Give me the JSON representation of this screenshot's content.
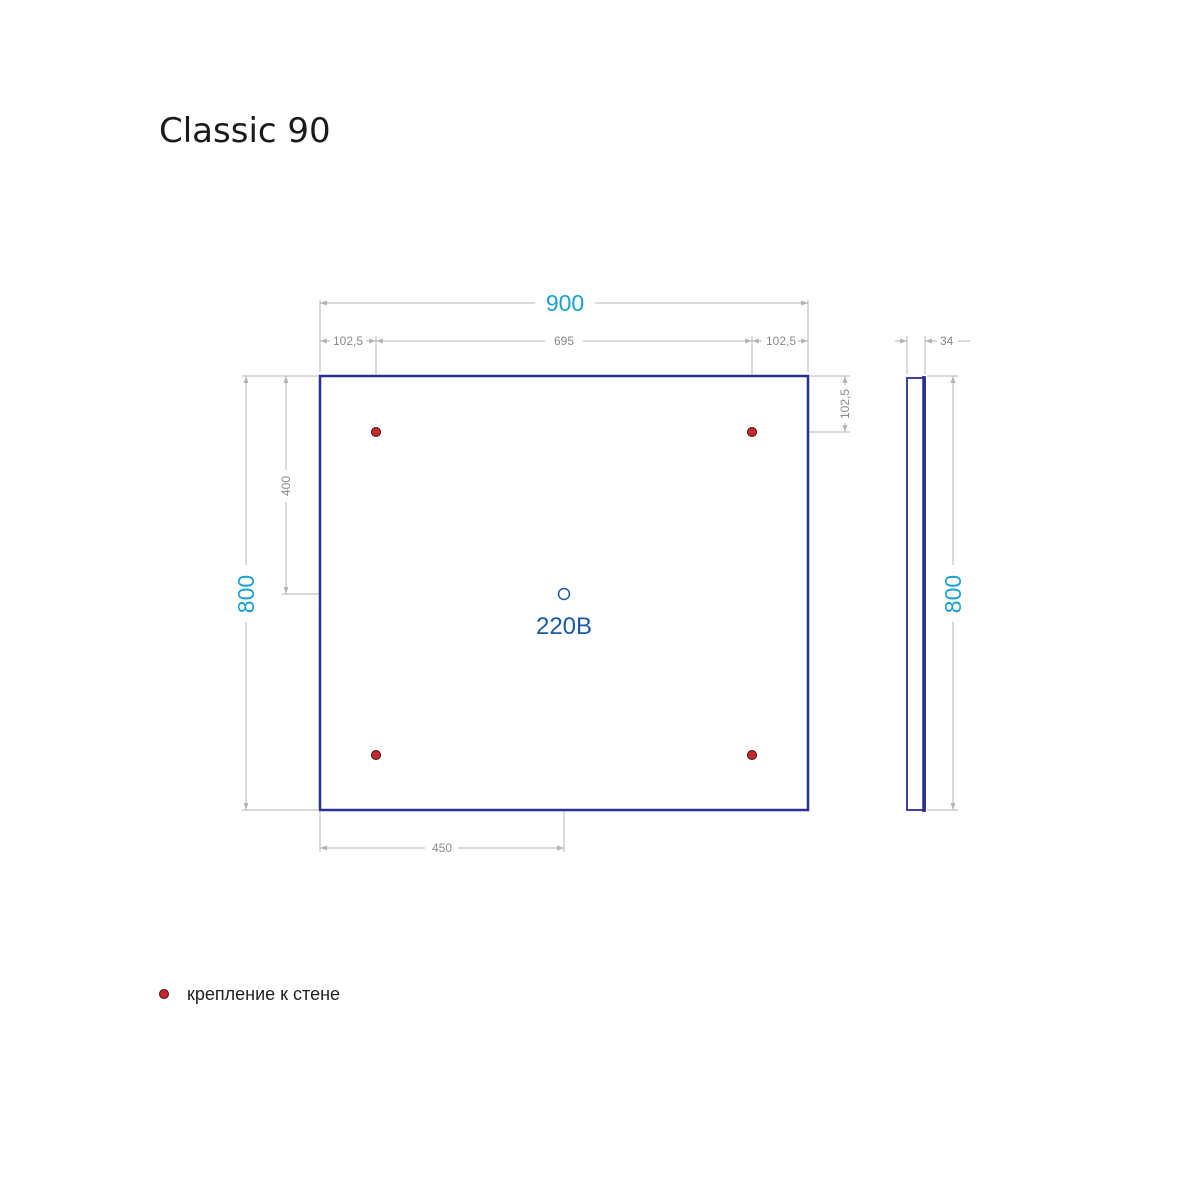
{
  "title": "Classic 90",
  "dimensions": {
    "overall_width": "900",
    "overall_height": "800",
    "side_height": "800",
    "depth": "34",
    "left_margin": "102,5",
    "hole_spacing": "695",
    "right_margin": "102,5",
    "top_margin": "102,5",
    "socket_from_top": "400",
    "socket_from_left": "450"
  },
  "socket": {
    "label": "220В"
  },
  "legend": {
    "mount_label": "крепление к стене"
  },
  "colors": {
    "panel_outline": "#2b2f8f",
    "mount_point": "#c8262b",
    "major_dimension": "#1aa0d0",
    "socket_label": "#1a5aa0"
  }
}
